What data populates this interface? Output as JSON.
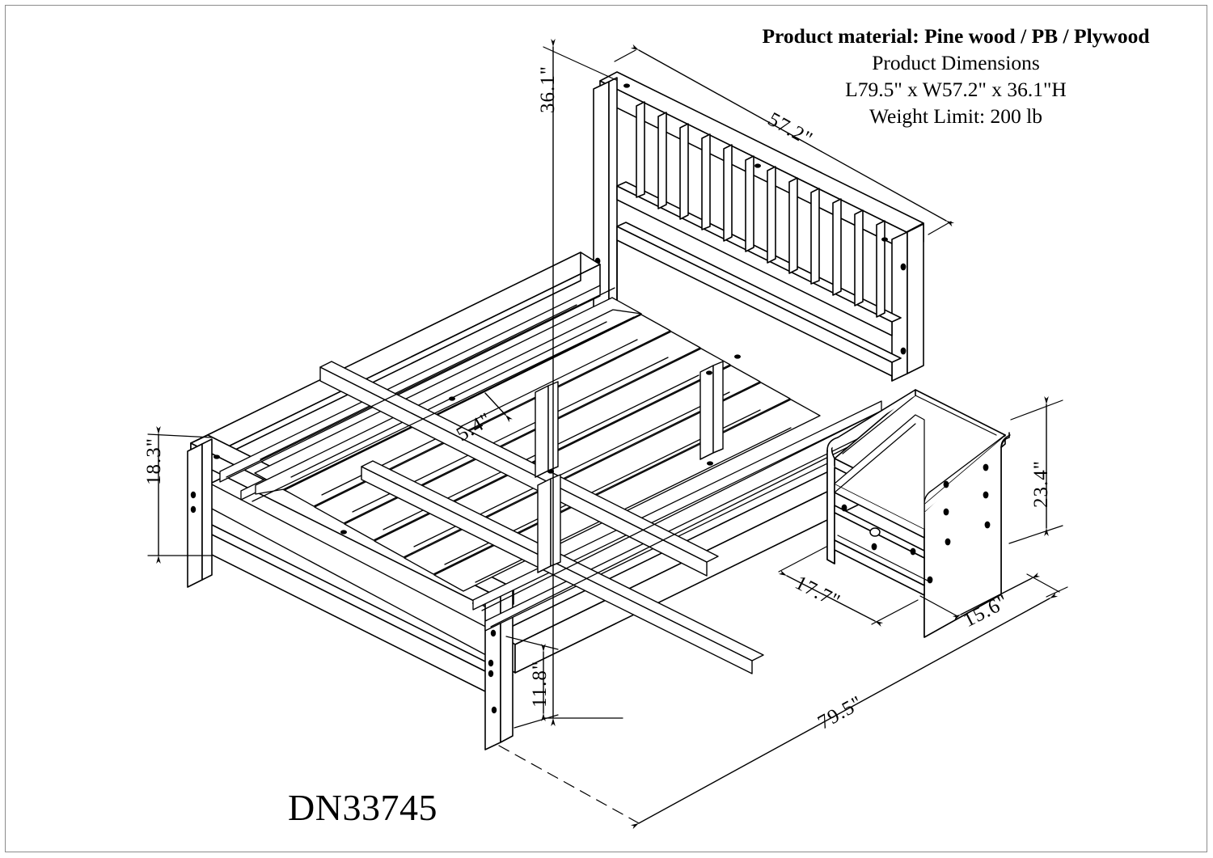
{
  "drawing": {
    "title_block": {
      "material_line": "Product material: Pine wood / PB / Plywood",
      "dimensions_heading": "Product Dimensions",
      "dimensions_value": "L79.5\" x W57.2\" x 36.1\"H",
      "weight_limit": "Weight Limit: 200 lb"
    },
    "model_code": "DN33745",
    "dimension_labels": {
      "headboard_height": "36.1\"",
      "bed_width": "57.2\"",
      "footboard_height": "18.3\"",
      "floor_clearance": "11.8\"",
      "slat_spacing": "5.4\"",
      "nightstand_height": "23.4\"",
      "nightstand_depth": "17.7\"",
      "nightstand_width": "15.6\"",
      "bed_length": "79.5\""
    },
    "line_color": "#000000",
    "border_color": "#8c8c8c",
    "background_color": "#ffffff"
  }
}
